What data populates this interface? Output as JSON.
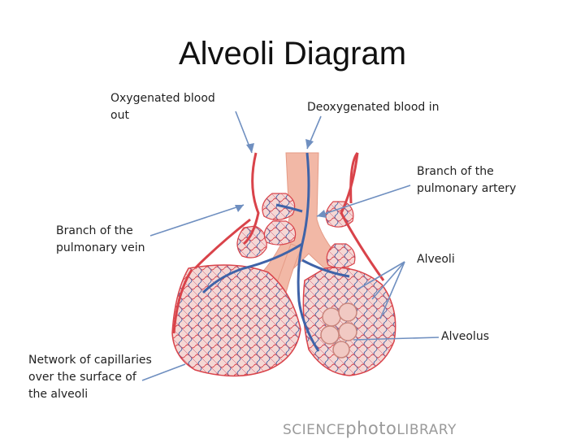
{
  "title": "Alveoli Diagram",
  "labels": {
    "oxygenated": "Oxygenated blood\nout",
    "deoxygenated": "Deoxygenated blood in",
    "artery": "Branch of the\npulmonary artery",
    "vein": "Branch of the\npulmonary vein",
    "alveoli": "Alveoli",
    "alveolus": "Alveolus",
    "capillaries": "Network of capillaries\nover the surface of\nthe alveoli"
  },
  "credit": {
    "part1": "SCIENCE",
    "part2": "photo",
    "part3": "LIBRARY"
  },
  "colors": {
    "artery_red": "#d9434a",
    "vein_blue": "#3f63a8",
    "airway_pink": "#f2b8a6",
    "alveolus_fill": "#f1c9c3",
    "pointer_blue": "#6f8fc0"
  },
  "icons": [
    "science-photo-library-logo"
  ]
}
